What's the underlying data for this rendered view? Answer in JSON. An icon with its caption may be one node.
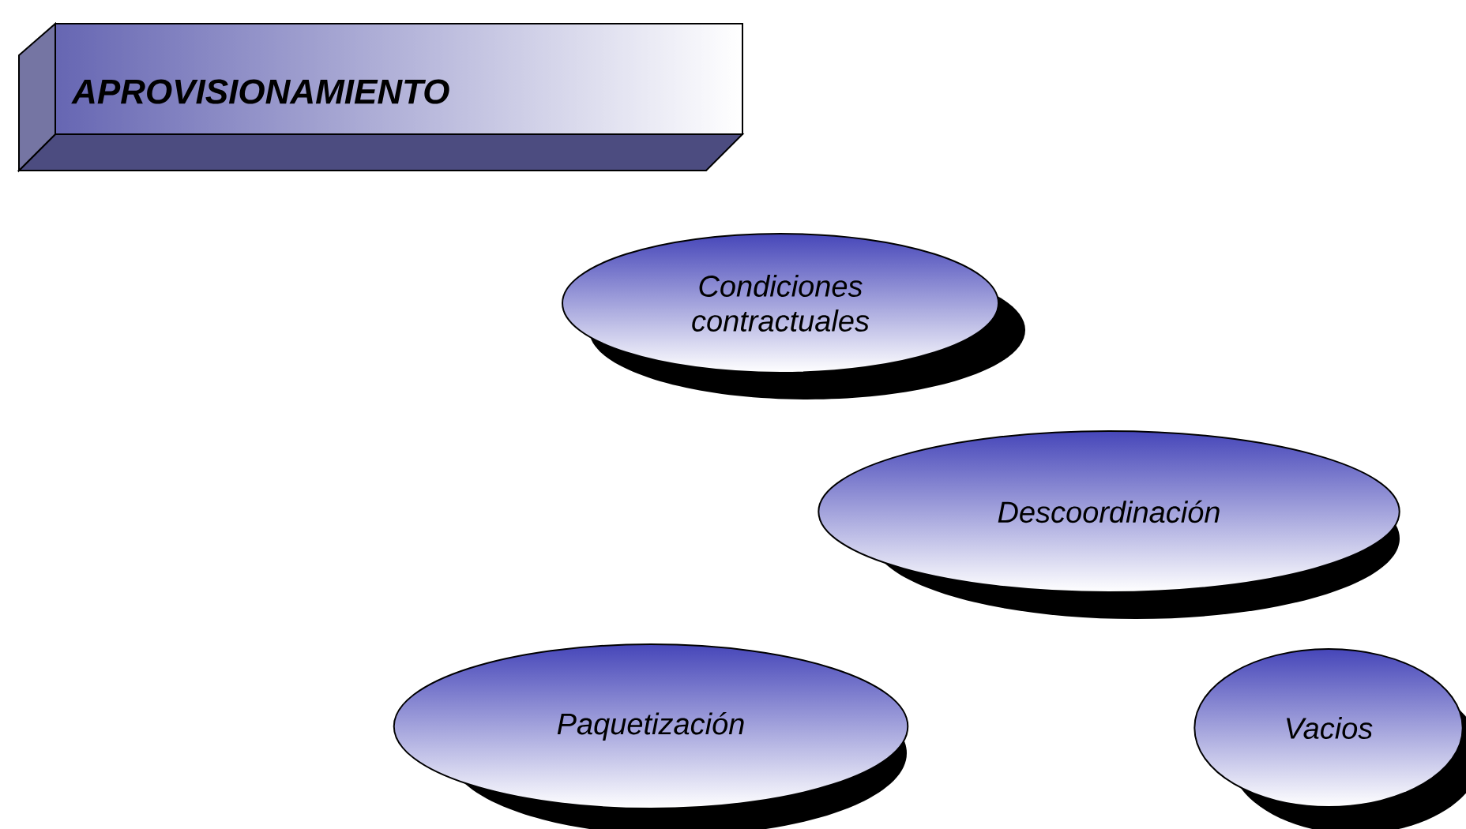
{
  "diagram": {
    "title": "APROVISIONAMIENTO",
    "nodes": [
      {
        "text": [
          "Condiciones contractuales"
        ]
      },
      {
        "text": [
          "Descoordinación"
        ]
      },
      {
        "text": [
          "Paquetización"
        ]
      },
      {
        "text": [
          "Vacios"
        ]
      }
    ]
  }
}
